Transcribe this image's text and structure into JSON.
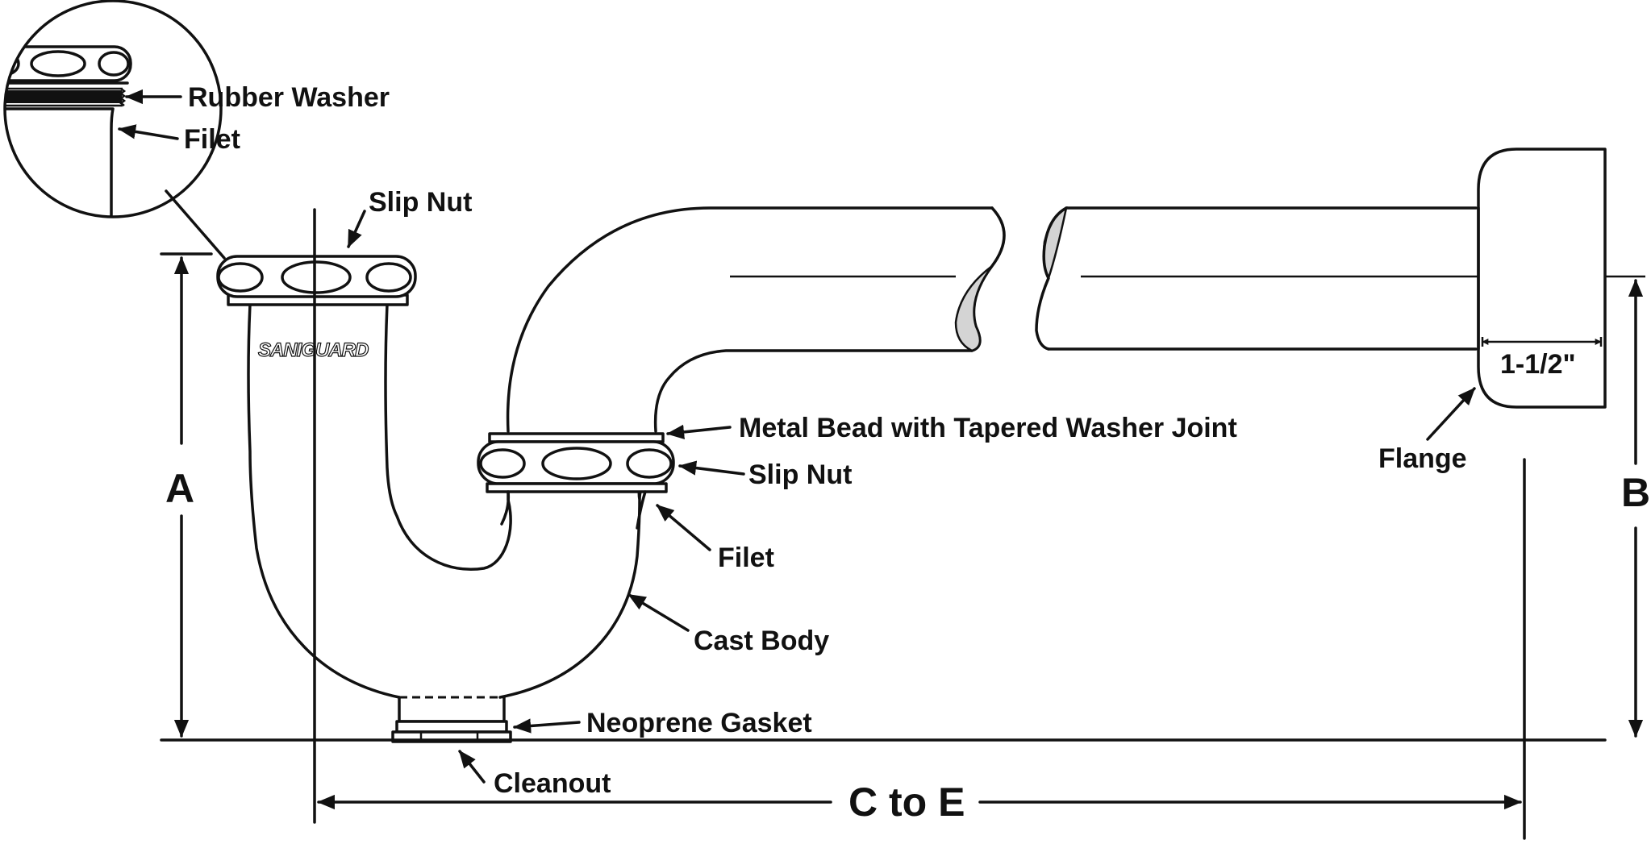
{
  "diagram": {
    "labels": {
      "rubber_washer": "Rubber Washer",
      "filet_inset": "Filet",
      "slip_nut_top": "Slip Nut",
      "metal_bead": "Metal Bead with Tapered Washer Joint",
      "slip_nut_mid": "Slip Nut",
      "filet_mid": "Filet",
      "cast_body": "Cast Body",
      "neoprene_gasket": "Neoprene Gasket",
      "cleanout": "Cleanout",
      "flange": "Flange",
      "flange_size": "1-1/2\""
    },
    "dimensions": {
      "a": "A",
      "b": "B",
      "c_to_e": "C to E"
    },
    "logo": "SANIGUARD"
  },
  "colors": {
    "line": "#111111",
    "cut_section": "#d4d4d4",
    "background": "#ffffff"
  }
}
